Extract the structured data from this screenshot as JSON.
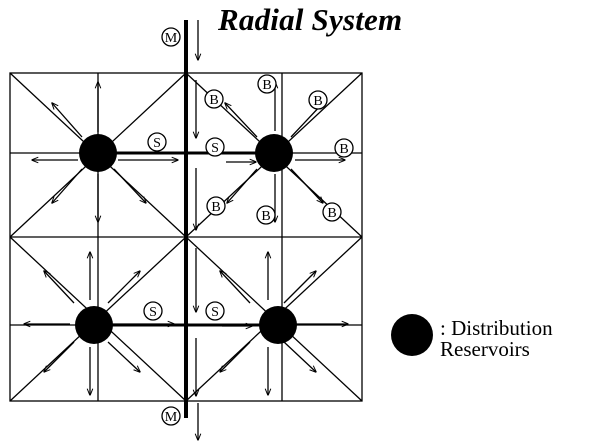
{
  "diagram": {
    "title": "Radial System",
    "main_label": "M",
    "sub_label": "S",
    "branch_label": "B",
    "legend": {
      "line1": ": Distribution",
      "line2": "Reservoirs"
    }
  }
}
